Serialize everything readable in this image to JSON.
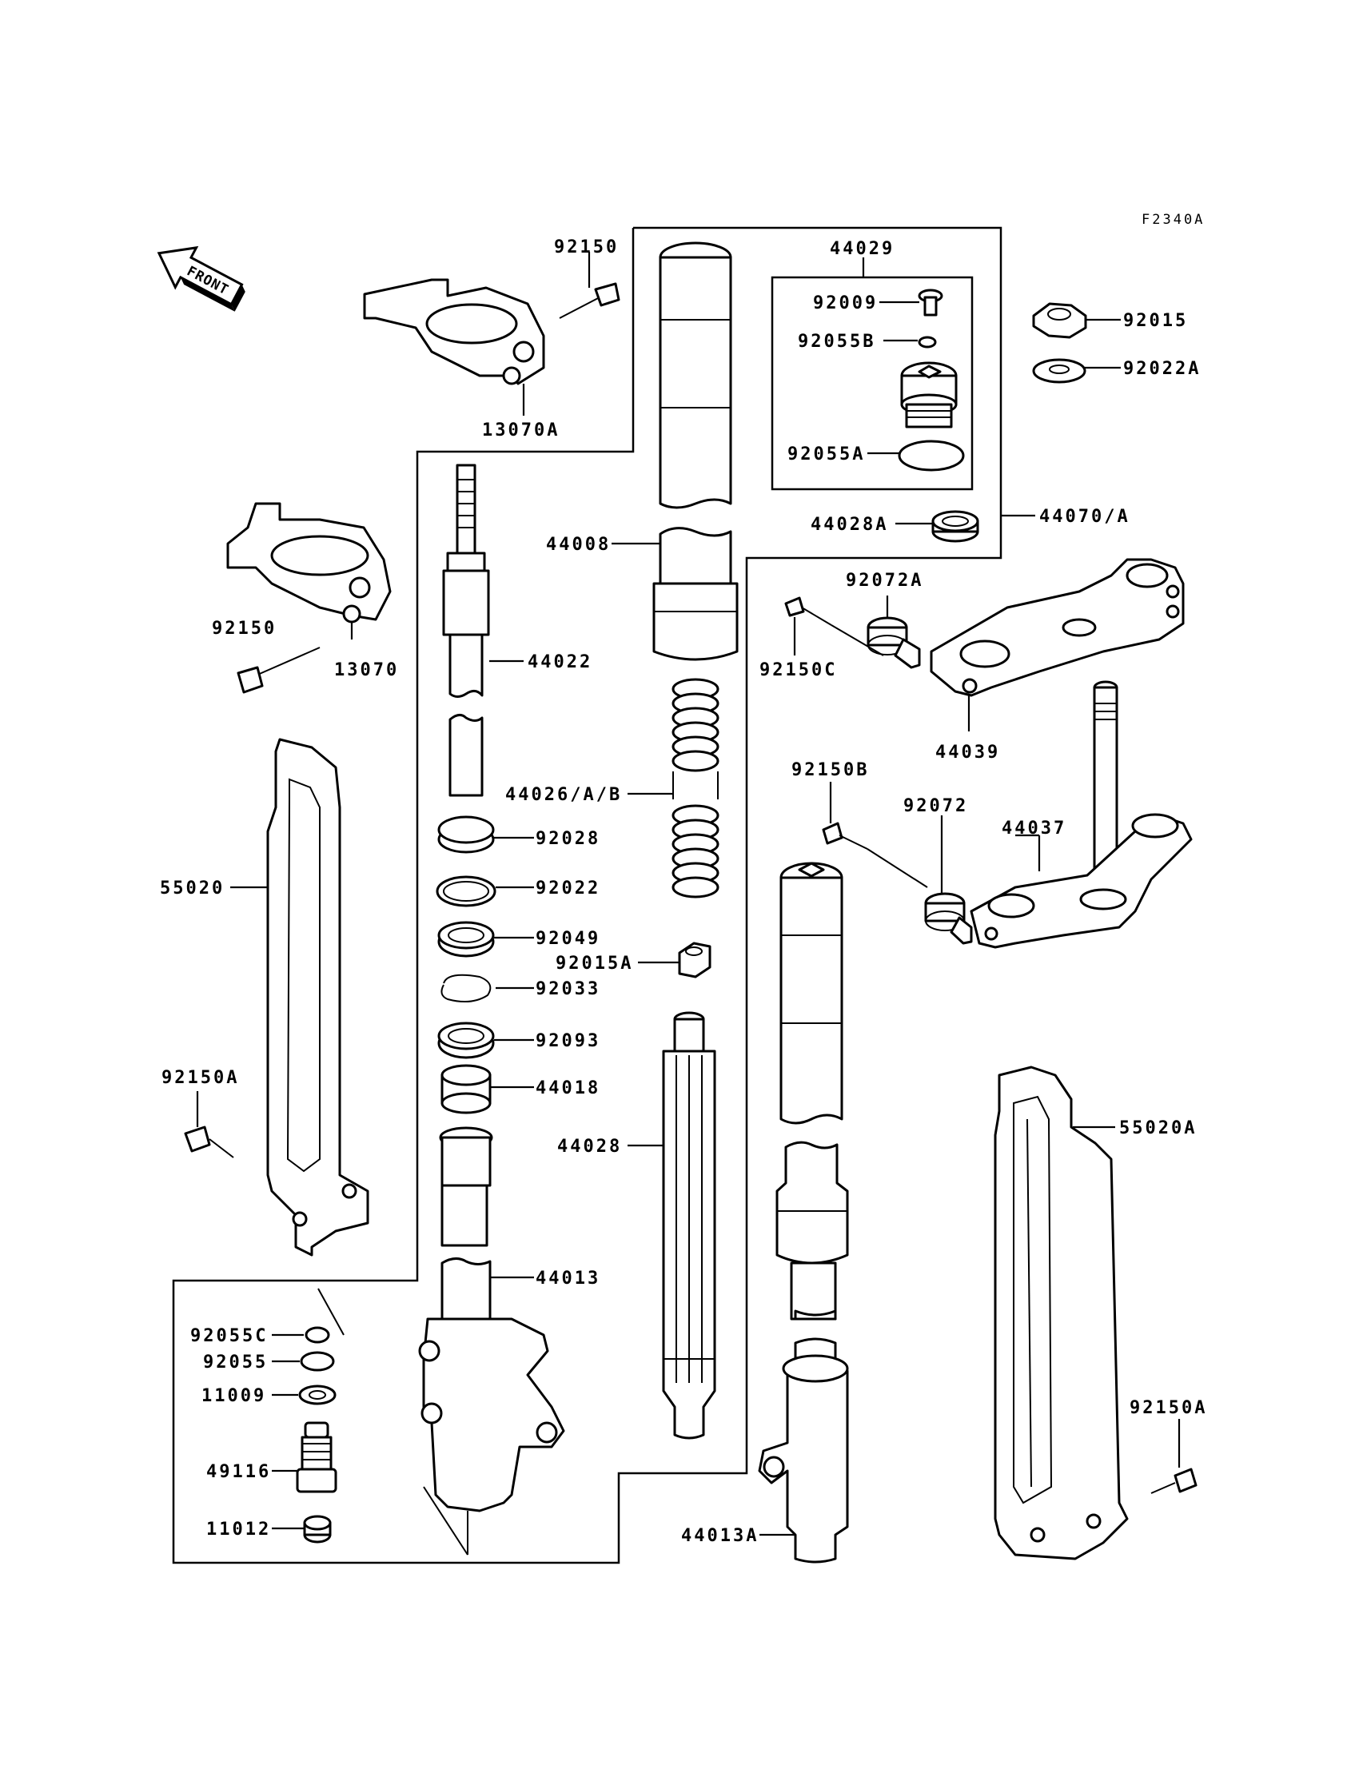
{
  "diagram_code": "F2340A",
  "front_arrow_label": "FRONT",
  "parts": {
    "p92150_top": "92150",
    "p13070A": "13070A",
    "p92150": "92150",
    "p13070": "13070",
    "p55020": "55020",
    "p92150A_left": "92150A",
    "p92055C": "92055C",
    "p92055": "92055",
    "p11009": "11009",
    "p49116": "49116",
    "p11012": "11012",
    "p44022": "44022",
    "p92028": "92028",
    "p92022": "92022",
    "p92049": "92049",
    "p92033": "92033",
    "p92093": "92093",
    "p44018": "44018",
    "p44013": "44013",
    "p44008": "44008",
    "p44026": "44026/A/B",
    "p92015A": "92015A",
    "p44028": "44028",
    "p44029": "44029",
    "p92009": "92009",
    "p92055B": "92055B",
    "p92055A": "92055A",
    "p44028A": "44028A",
    "p44070": "44070/A",
    "p92015": "92015",
    "p92022A": "92022A",
    "p92072A": "92072A",
    "p92150C": "92150C",
    "p44039": "44039",
    "p92150B": "92150B",
    "p92072": "92072",
    "p44037": "44037",
    "p44013A": "44013A",
    "p55020A": "55020A",
    "p92150A_right": "92150A"
  }
}
